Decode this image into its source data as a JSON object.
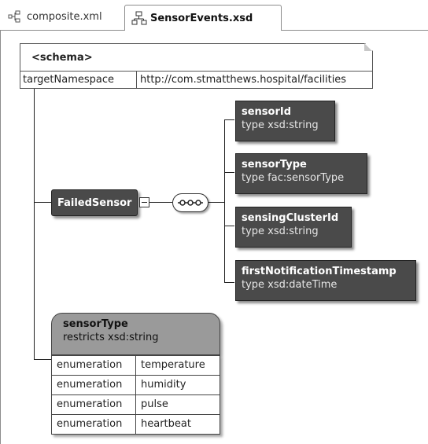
{
  "tabs": [
    {
      "label": "composite.xml",
      "icon": "composite-icon",
      "active": false
    },
    {
      "label": "SensorEvents.xsd",
      "icon": "schema-tree-icon",
      "active": true
    }
  ],
  "schema": {
    "title": "<schema>",
    "attribute_key": "targetNamespace",
    "attribute_value": "http://com.stmatthews.hospital/facilities"
  },
  "failed_sensor": {
    "name": "FailedSensor",
    "compositor": "sequence"
  },
  "elements": [
    {
      "name": "sensorId",
      "type": "type xsd:string"
    },
    {
      "name": "sensorType",
      "type": "type fac:sensorType"
    },
    {
      "name": "sensingClusterId",
      "type": "type xsd:string"
    },
    {
      "name": "firstNotificationTimestamp",
      "type": "type xsd:dateTime"
    }
  ],
  "simple_type": {
    "name": "sensorType",
    "restriction": "restricts xsd:string",
    "enumerations": [
      {
        "key": "enumeration",
        "value": "temperature"
      },
      {
        "key": "enumeration",
        "value": "humidity"
      },
      {
        "key": "enumeration",
        "value": "pulse"
      },
      {
        "key": "enumeration",
        "value": "heartbeat"
      }
    ]
  },
  "colors": {
    "element_fill": "#4a4a4a",
    "simple_type_fill": "#9a9a9a",
    "wire": "#222222"
  }
}
